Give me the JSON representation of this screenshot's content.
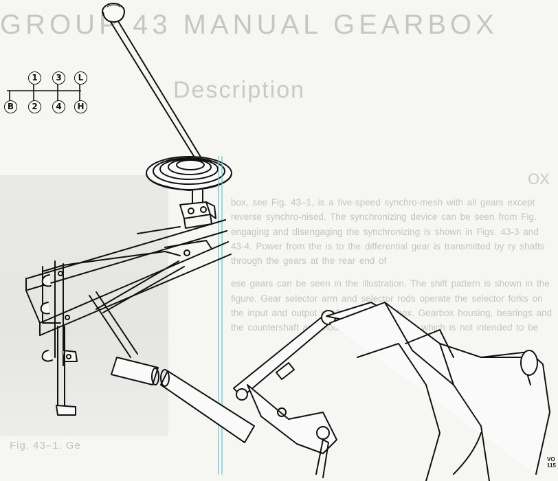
{
  "page": {
    "title": "GROUP 43 MANUAL GEARBOX",
    "section": "Description",
    "subsection": "OX",
    "body_paragraphs": [
      "box, see Fig. 43–1, is a five-speed synchro-mesh with all gears except reverse synchro-nised. The synchronizing device can be seen from Fig. engaging and disengaging the synchronizing is shown in Figs. 43-3 and 43-4. Power from the is to the differential gear is transmitted by ry shafts through the gears at the rear end of",
      "ese gears can be seen in the illustration. The shift pattern is shown in the figure. Gear selector arm and selector rods operate the selector forks on the input and output shafts of the gearbox. Gearbox housing, bearings and the countershaft are mounted in the casing, which is not intended to be"
    ],
    "figure_caption": "Fig. 43–1. Ge"
  },
  "shift_pattern": {
    "gears": [
      "1",
      "3",
      "L",
      "B",
      "2",
      "4",
      "H"
    ]
  },
  "corner_ref": [
    "VO",
    "115"
  ]
}
